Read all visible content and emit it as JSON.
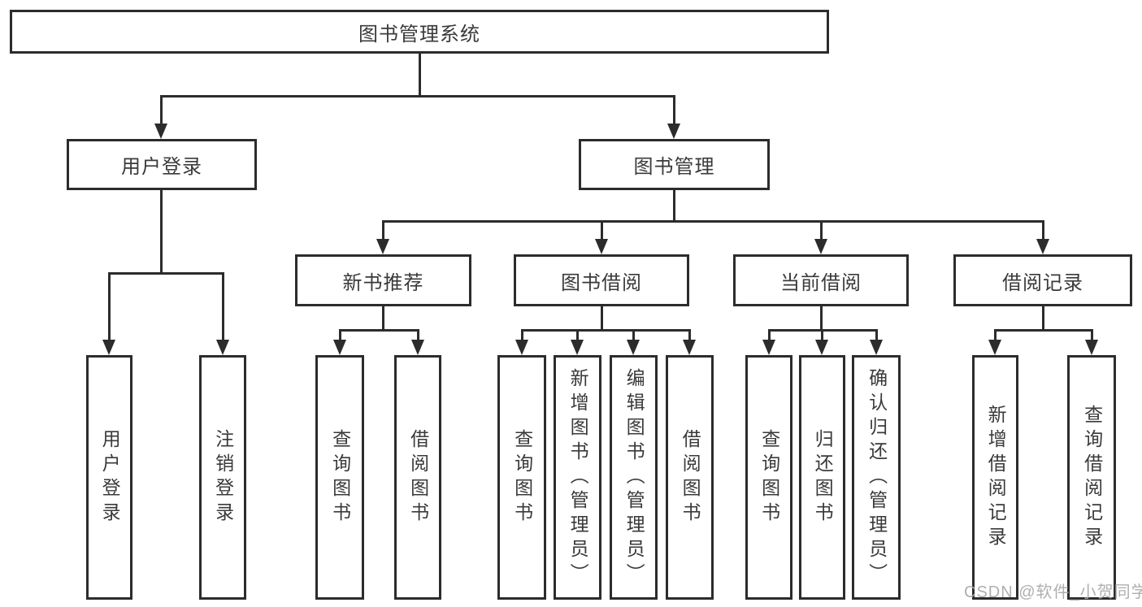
{
  "title": {
    "label": "图书管理系统"
  },
  "level2": {
    "user_login": "用户登录",
    "book_mgmt": "图书管理"
  },
  "level3": {
    "new_books": "新书推荐",
    "book_borrow": "图书借阅",
    "current_borrow": "当前借阅",
    "borrow_records": "借阅记录"
  },
  "leaves": {
    "user_login": "用户登录",
    "logout": "注销登录",
    "query_books_recommend": "查询图书",
    "borrow_books_recommend": "借阅图书",
    "query_books_borrow": "查询图书",
    "add_books_admin": "新增图书（管理员）",
    "edit_books_admin": "编辑图书（管理员）",
    "borrow_books_borrow": "借阅图书",
    "query_books_current": "查询图书",
    "return_books": "归还图书",
    "confirm_return_admin": "确认归还（管理员）",
    "add_borrow_record": "新增借阅记录",
    "query_borrow_record": "查询借阅记录"
  },
  "watermark": "CSDN @软件_小贺同学",
  "colors": {
    "line": "#2c2c2c",
    "text": "#3a3a3a",
    "watermark": "#a8a8a8",
    "background": "#ffffff"
  }
}
